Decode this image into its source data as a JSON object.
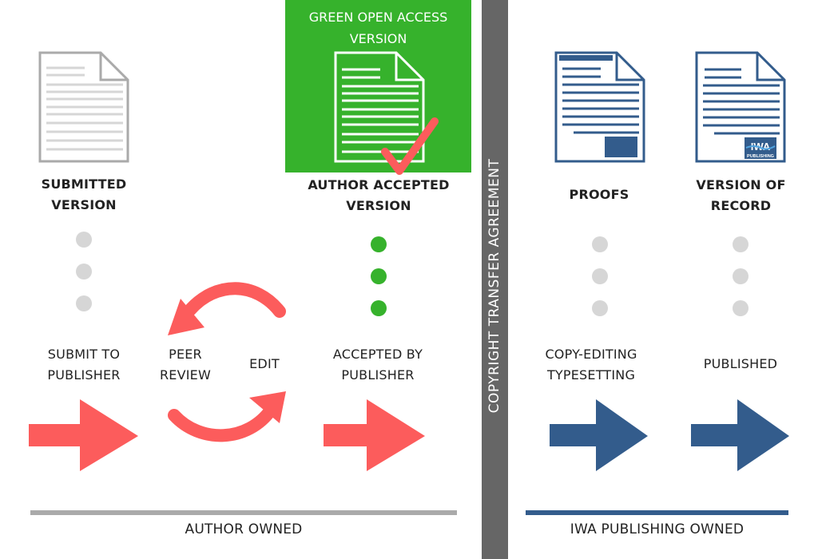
{
  "colors": {
    "green": "#36b22c",
    "red": "#fc5c5c",
    "blue": "#335c8c",
    "gray_doc": "#aaaaaa",
    "gray_dot": "#d6d6d6",
    "divider": "#666666"
  },
  "green_oa": {
    "title_line1": "GREEN OPEN ACCESS",
    "title_line2": "VERSION",
    "check_icon": "checkmark-icon"
  },
  "divider": {
    "label": "COPYRIGHT TRANSFER AGREEMENT"
  },
  "documents": [
    {
      "line1": "SUBMITTED",
      "line2": "VERSION",
      "icon": "document-icon"
    },
    {
      "line1": "AUTHOR ACCEPTED",
      "line2": "VERSION",
      "icon": "document-icon"
    },
    {
      "line1": "PROOFS",
      "line2": "",
      "icon": "document-proof-icon"
    },
    {
      "line1": "VERSION OF",
      "line2": "RECORD",
      "icon": "document-record-icon"
    }
  ],
  "logo": {
    "text_main": "IWA",
    "text_sub": "PUBLISHING"
  },
  "steps": [
    {
      "line1": "SUBMIT TO",
      "line2": "PUBLISHER"
    },
    {
      "line1": "PEER",
      "line2": "REVIEW"
    },
    {
      "line1": "EDIT",
      "line2": ""
    },
    {
      "line1": "ACCEPTED BY",
      "line2": "PUBLISHER"
    },
    {
      "line1": "COPY-EDITING",
      "line2": "TYPESETTING"
    },
    {
      "line1": "PUBLISHED",
      "line2": ""
    }
  ],
  "ownership": {
    "author": "AUTHOR OWNED",
    "publisher": "IWA PUBLISHING OWNED"
  }
}
